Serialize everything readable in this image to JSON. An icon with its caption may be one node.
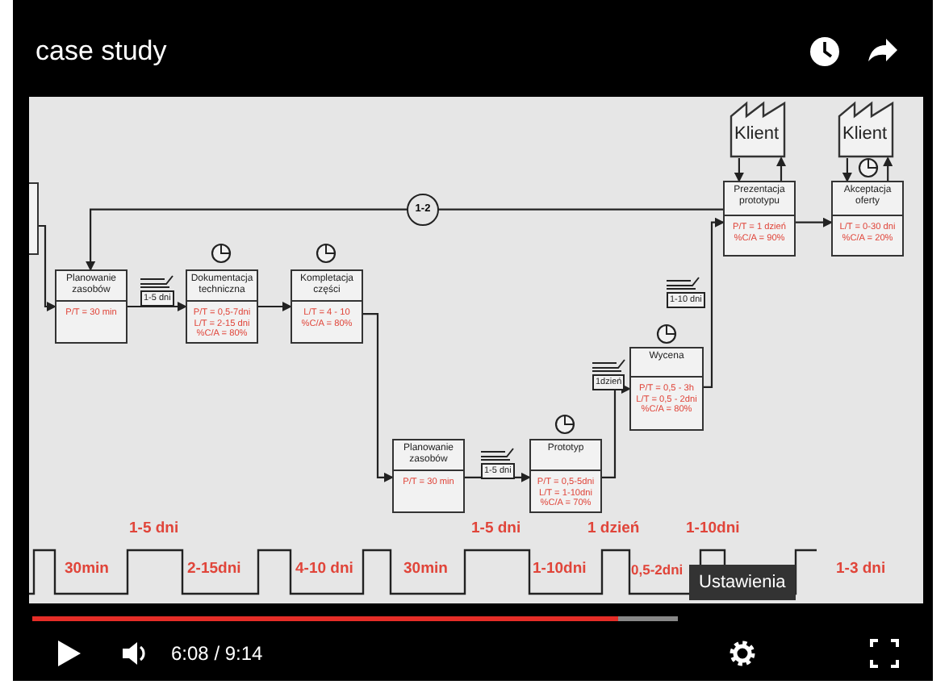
{
  "diagram": {
    "title": "case study",
    "nodes": [
      {
        "text": [],
        "shape": "box"
      },
      {
        "text": [
          "Planowanie zasobów",
          "P/T = 30 min"
        ]
      },
      {
        "text": [
          "Dokumentacja techniczna",
          "P/T = 0,5-7dni",
          "L/T = 2-15 dni",
          "%C/A = 80%"
        ]
      },
      {
        "text": [
          "Kompletacja części",
          "L/T = 4 - 10",
          "%C/A = 80%"
        ]
      },
      {
        "text": [
          "Planowanie zasobów",
          "P/T = 30 min"
        ]
      },
      {
        "text": [
          "Prototyp",
          "P/T = 0,5-5dni",
          "L/T = 1-10dni",
          "%C/A = 70%"
        ]
      },
      {
        "text": [
          "Wycena",
          "P/T = 0,5 - 3h",
          "L/T = 0,5 - 2dni",
          "%C/A = 80%"
        ]
      },
      {
        "text": [
          "Prezentacja prototypu",
          "P/T = 1 dzień",
          "%C/A = 90%"
        ]
      },
      {
        "text": [
          "Akceptacja oferty",
          "L/T = 0-30 dni",
          "%C/A = 20%"
        ]
      },
      {
        "text": [
          "Klient"
        ]
      },
      {
        "text": [
          "Klient"
        ]
      }
    ],
    "edges": [
      {
        "from": 0,
        "to": 1,
        "arrow": "to"
      },
      {
        "from": 1,
        "to": 2,
        "arrow": "to"
      },
      {
        "from": 2,
        "to": 3,
        "arrow": "to"
      },
      {
        "from": 3,
        "to": 4,
        "arrow": "to"
      },
      {
        "from": 4,
        "to": 5,
        "arrow": "to"
      },
      {
        "from": 5,
        "to": 6,
        "arrow": "to"
      },
      {
        "from": 6,
        "to": 7,
        "arrow": "to"
      },
      {
        "from": 7,
        "to": 8,
        "arrow": "to"
      },
      {
        "from": 9,
        "to": 7,
        "arrow": "to"
      },
      {
        "from": 7,
        "to": 9,
        "arrow": "to"
      },
      {
        "from": 10,
        "to": 8,
        "arrow": "to"
      },
      {
        "from": 8,
        "to": 10,
        "arrow": "to"
      },
      {
        "from": 7,
        "to": 1,
        "arrow": "to",
        "label": "1-2"
      }
    ],
    "labels": [
      "1-5 dni",
      "1-5 dni",
      "1dzień",
      "1-10 dni",
      "1-5 dni",
      "1-5 dni",
      "1 dzień",
      "1-10dni",
      "30min",
      "2-15dni",
      "4-10 dni",
      "30min",
      "1-10dni",
      "0,5-2dni",
      "1-3 dni",
      "Ustawienia",
      "6:08 / 9:14"
    ]
  }
}
